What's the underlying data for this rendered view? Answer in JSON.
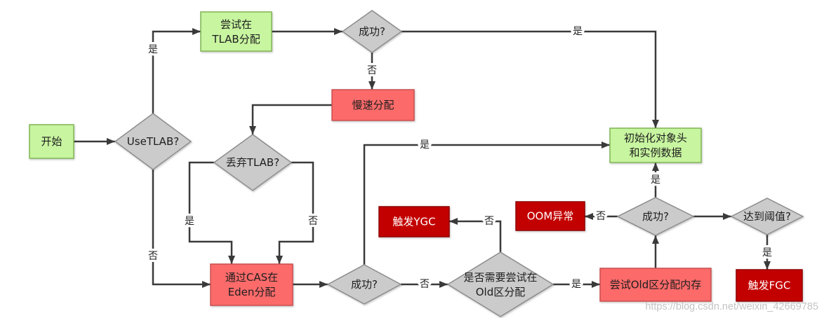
{
  "nodes": {
    "start": "开始",
    "use_tlab": "UseTLAB?",
    "try_tlab": [
      "尝试在",
      "TLAB分配"
    ],
    "tlab_success": "成功?",
    "slow_alloc": "慢速分配",
    "discard_tlab": "丢弃TLAB?",
    "cas_eden": [
      "通过CAS在",
      "Eden分配"
    ],
    "eden_success": "成功?",
    "need_old": [
      "是否需要尝试在",
      "Old区分配"
    ],
    "trigger_ygc": "触发YGC",
    "try_old": "尝试Old区分配内存",
    "old_success": "成功?",
    "oom": "OOM异常",
    "threshold": "达到阈值?",
    "trigger_fgc": "触发FGC",
    "init_object": [
      "初始化对象头",
      "和实例数据"
    ]
  },
  "edge_labels": {
    "use_tlab_yes": "是",
    "use_tlab_no": "否",
    "tlab_success_yes": "是",
    "tlab_success_no": "否",
    "discard_tlab_yes": "是",
    "discard_tlab_no": "否",
    "eden_success_yes": "是",
    "eden_success_no": "否",
    "need_old_no": "否",
    "need_old_yes": "是",
    "old_success_yes": "是",
    "old_success_no": "否",
    "threshold_yes": "是"
  },
  "watermark": "https://blog.csdn.net/weixin_42669785",
  "colors": {
    "green_fill": "#c8f5a0",
    "green_stroke": "#7fb552",
    "gray_fill": "#cbcbcb",
    "gray_stroke": "#8c8c8c",
    "salmon_fill": "#fc6a6a",
    "salmon_stroke": "#c84f4f",
    "dark_red_fill": "#c30000",
    "dark_red_stroke": "#8e0000",
    "arrow": "#3a3a3a",
    "watermark": "#c4c4c4"
  }
}
